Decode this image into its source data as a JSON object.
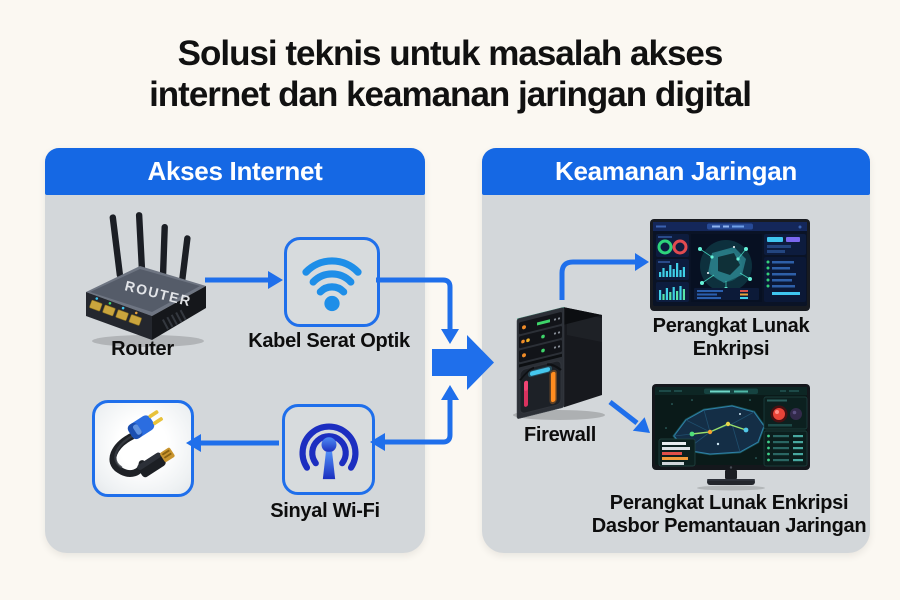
{
  "title": {
    "line1": "Solusi teknis untuk masalah akses",
    "line2": "internet dan keamanan jaringan digital"
  },
  "left_panel": {
    "header": "Akses Internet",
    "router_label": "Router",
    "router_device_text": "ROUTER",
    "fiber_label": "Kabel Serat Optik",
    "wifi_label": "Sinyal Wi-Fi"
  },
  "right_panel": {
    "header": "Keamanan Jaringan",
    "firewall_label": "Firewall",
    "encryption_label_line1": "Perangkat Lunak",
    "encryption_label_line2": "Enkripsi",
    "dashboard_label_line1": "Perangkat Lunak Enkripsi",
    "dashboard_label_line2": "Dasbor Pemantauan Jaringan"
  },
  "icons": {
    "fiber_box_icon": "wifi-icon",
    "wifi_box_icon": "antenna-signal-icon",
    "plug_box_icon": "cable-connector-illustration",
    "router_icon": "router-illustration",
    "firewall_icon": "server-tower-illustration",
    "encryption_monitor_icon": "security-dashboard-monitor",
    "network_monitor_icon": "network-map-monitor"
  },
  "colors": {
    "accent_blue": "#1568e4",
    "arrow_blue": "#1f6feb",
    "panel_gray": "#d3d7da",
    "page_background": "#fbf8f2",
    "title_text": "#111111"
  }
}
